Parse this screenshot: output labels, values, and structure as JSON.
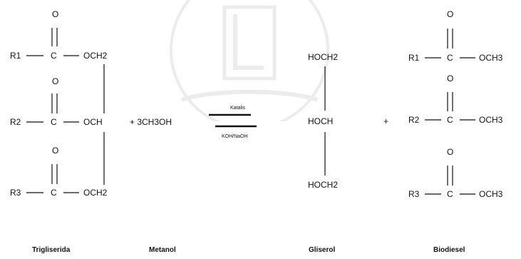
{
  "reaction": {
    "triglyceride": {
      "carbonyl_o_1": "O",
      "carbonyl_o_2": "O",
      "carbonyl_o_3": "O",
      "r1": "R1",
      "r2": "R2",
      "r3": "R3",
      "c1": "C",
      "c2": "C",
      "c3": "C",
      "och2_top": "OCH2",
      "och_mid": "OCH",
      "och2_bottom": "OCH2"
    },
    "methanol": "+ 3CH3OH",
    "catalyst_top": "Katalis",
    "catalyst_bottom": "KOH/NaOH",
    "glycerol": {
      "hoch2_top": "HOCH2",
      "hoch_mid": "HOCH",
      "hoch2_bottom": "HOCH2"
    },
    "plus": "+",
    "biodiesel": {
      "carbonyl_o_1": "O",
      "carbonyl_o_2": "O",
      "carbonyl_o_3": "O",
      "r1": "R1",
      "r2": "R2",
      "r3": "R3",
      "c1": "C",
      "c2": "C",
      "c3": "C",
      "och3_1": "OCH3",
      "och3_2": "OCH3",
      "och3_3": "OCH3"
    }
  },
  "labels": {
    "trigliserida": "Trigliserida",
    "metanol": "Metanol",
    "gliserol": "Gliserol",
    "biodiesel": "Biodiesel"
  },
  "colors": {
    "ink": "#111111",
    "watermark": "#777777"
  }
}
